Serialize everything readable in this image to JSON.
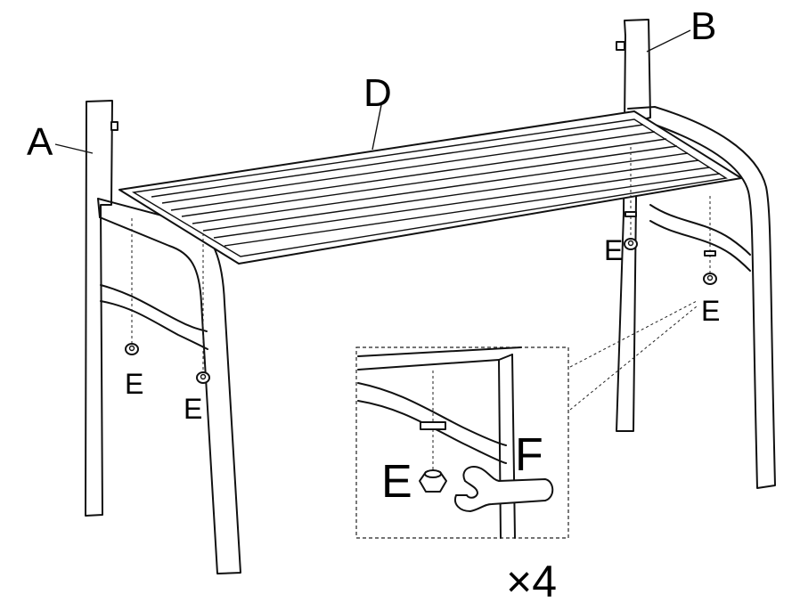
{
  "labels": {
    "part_a": "A",
    "part_b": "B",
    "part_d": "D",
    "part_e": "E",
    "part_f": "F",
    "quantity": "×4"
  }
}
